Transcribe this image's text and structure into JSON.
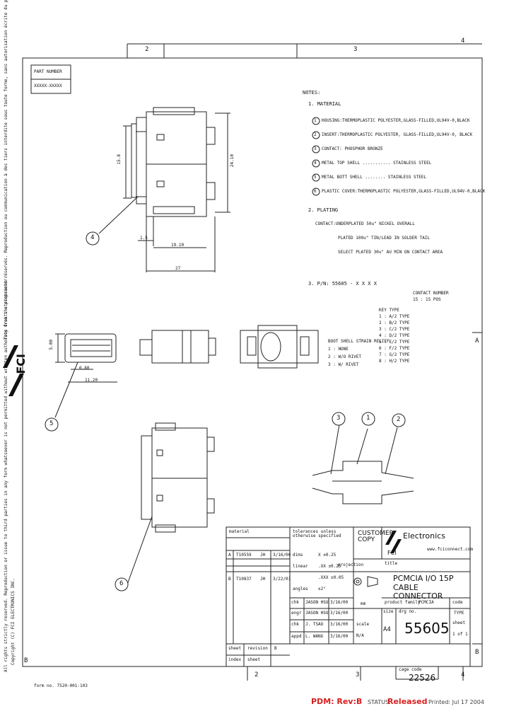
{
  "side_text": {
    "left_top": "All rights strictly reserved. Reproduction or issue to third parties in any form whatsoever is not permitted without written authority from the proprietor.",
    "left_copyright": "Copyright (C) FCI ELECTRONICS INC.",
    "left_fr": "Tous droits strictement réservés. Reproduction ou communication à des tiers interdite sous toute forme, sans autorisation écrite du propriétaire.",
    "logo": "FCI",
    "form_no": "form no. 7520-001-103"
  },
  "border": {
    "top_numbers": [
      "2",
      "3",
      "4"
    ],
    "bottom_numbers": [
      "2",
      "3",
      "4"
    ],
    "right_letters": [
      "A",
      "B"
    ],
    "left_letter": "B"
  },
  "part_number_box": {
    "label": "PART NUMBER",
    "value": "XXXXX-XXXXX"
  },
  "dimensions": {
    "d1": "15.8",
    "d2": "24.10",
    "d3": "1.5",
    "d4": "19.10",
    "d5": "27",
    "d6": "5.00",
    "d7": "0.80",
    "d8": "11.20"
  },
  "balloons": [
    "4",
    "5",
    "6",
    "3",
    "1",
    "2"
  ],
  "notes": {
    "title": "NOTES:",
    "material_heading": "1. MATERIAL",
    "materials": [
      {
        "num": "1",
        "text": "HOUSING:THERMOPLASTIC POLYESTER,GLASS-FILLED,UL94V-0,BLACK"
      },
      {
        "num": "2",
        "text": "INSERT:THERMOPLASTIC POLYESTER, GLASS-FILLED,UL94V-0, BLACK"
      },
      {
        "num": "3",
        "text": "CONTACT: PHOSPHOR BRONZE"
      },
      {
        "num": "4",
        "text": "METAL TOP SHELL ........... STAINLESS STEEL"
      },
      {
        "num": "5",
        "text": "METAL BOTT SHELL ........ STAINLESS STEEL"
      },
      {
        "num": "6",
        "text": "PLASTIC COVER:THERMOPLASTIC POLYESTER,GLASS-FILLED,UL94V-0,BLACK"
      }
    ],
    "plating_heading": "2. PLATING",
    "plating": [
      "CONTACT:UNDERPLATED 50u\" NICKEL OVERALL",
      "PLATED 100u\" TIN/LEAD IN SOLDER TAIL",
      "SELECT PLATED 30u\" AU MIN ON CONTACT AREA"
    ],
    "pn_heading": "3. P/N: 55605 - X X X X",
    "contact_number_label": "CONTACT NUMBER",
    "contact_number_value": "15 : 15 POS",
    "key_type_label": "KEY TYPE",
    "key_types": [
      "1 : A/2 TYPE",
      "2 : B/2 TYPE",
      "3 : C/2 TYPE",
      "4 : D/2 TYPE",
      "5 : E/2 TYPE",
      "6 : F/2 TYPE",
      "7 : G/2 TYPE",
      "8 : H/2 TYPE"
    ],
    "strain_label": "BOOT SHELL STRAIN RELIEF",
    "strains": [
      "1 : NONE",
      "2 : W/O RIVET",
      "3 : W/ RIVET"
    ]
  },
  "title_block": {
    "material": "material",
    "tolerances": "tolerances unless otherwise specified",
    "customer_copy": "CUSTOMER COPY",
    "company": "Electronics",
    "logo": "FCI",
    "website": "www.fciconnect.com",
    "revisions": [
      {
        "rev": "A",
        "ecn": "T10559",
        "by": "JH",
        "date": "3/16/00"
      },
      {
        "rev": "B",
        "ecn": "T10837",
        "by": "JH",
        "date": "3/22/01"
      }
    ],
    "tol_rows": [
      {
        "label": "dims",
        "value": "X ±0.25"
      },
      {
        "label": "linear",
        "value": ".XX ±0.25"
      },
      {
        "label": "",
        "value": ".XXX ±0.05"
      },
      {
        "label": "angles",
        "value": "±2°"
      }
    ],
    "projection_label": "projection",
    "title_label": "title",
    "title": "PCMCIA I/O 15P CABLE CONNECTOR",
    "signoffs": [
      {
        "role": "chk",
        "name": "JASON HSU",
        "date": "3/16/00"
      },
      {
        "role": "engr",
        "name": "JASON HSU",
        "date": "3/16/00"
      },
      {
        "role": "chk",
        "name": "J. TSAO",
        "date": "3/16/00"
      },
      {
        "role": "appd",
        "name": "L. WANG",
        "date": "3/16/00"
      }
    ],
    "units": "mm",
    "product_family_label": "product family",
    "product_family": "PCMCIA",
    "code_label": "code",
    "code_value": "TYPE",
    "size_label": "size",
    "size": "A4",
    "scale_label": "scale",
    "scale": "N/A",
    "drg_label": "drg no.",
    "drg_no": "55605",
    "sheet_label": "sheet",
    "sheet": "1 of 1",
    "sheet_row_labels": [
      "sheet",
      "index"
    ],
    "revision_label": "revision",
    "sheet_col_label": "sheet",
    "revision_value": "B",
    "cage_label": "cage code",
    "cage": "22526"
  },
  "footer": {
    "pdm": "PDM: Rev:B",
    "status_label": "STATUS:",
    "status": "Released",
    "printed": "Printed: Jul 17 2004"
  }
}
